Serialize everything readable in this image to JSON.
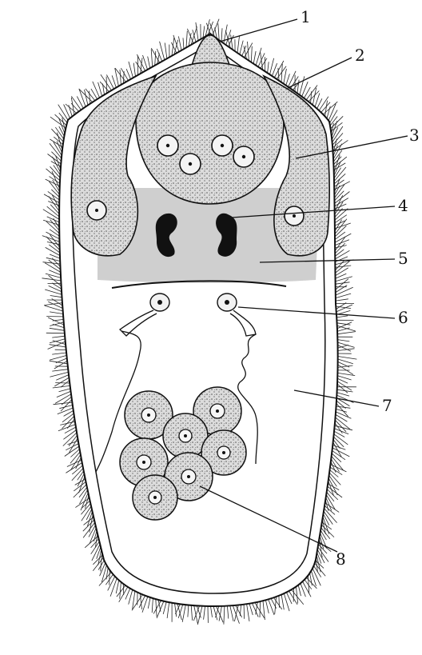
{
  "diagram": {
    "callouts": [
      {
        "id": "1",
        "text": "1"
      },
      {
        "id": "2",
        "text": "2"
      },
      {
        "id": "3",
        "text": "3"
      },
      {
        "id": "4",
        "text": "4"
      },
      {
        "id": "5",
        "text": "5"
      },
      {
        "id": "6",
        "text": "6"
      },
      {
        "id": "7",
        "text": "7"
      },
      {
        "id": "8",
        "text": "8"
      }
    ],
    "colors": {
      "ink": "#111111",
      "stipple_fill": "#d6d6d6",
      "gray_zone": "#cfcfcf",
      "background": "#ffffff"
    }
  }
}
